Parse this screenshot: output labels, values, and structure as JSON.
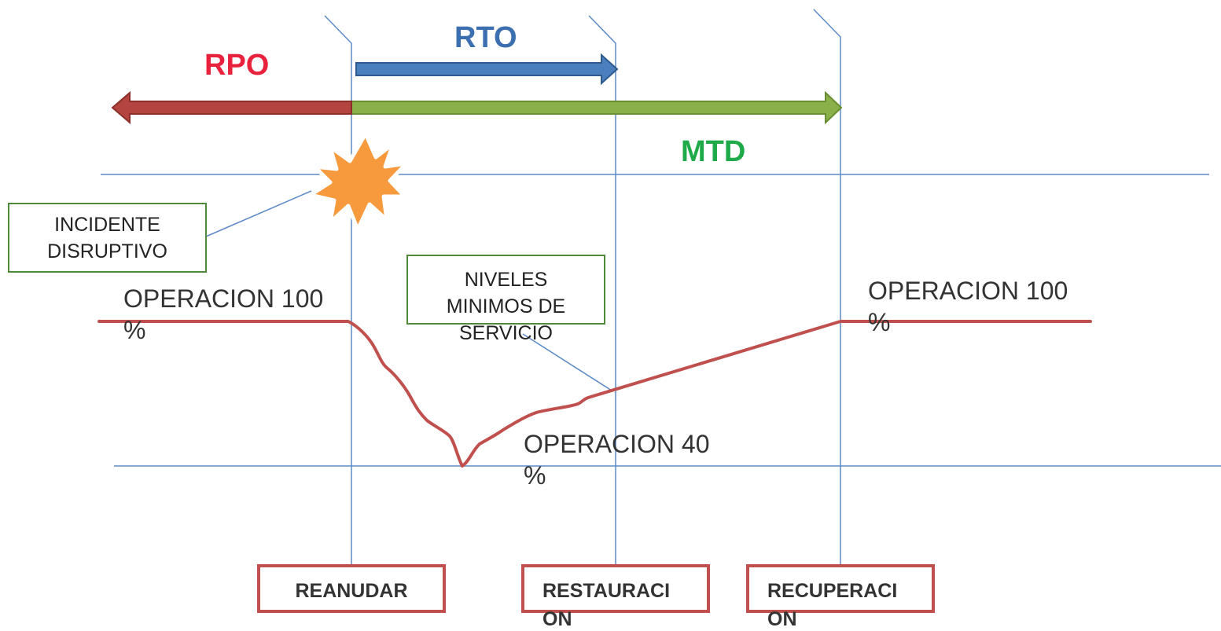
{
  "diagram": {
    "labels": {
      "rpo": "RPO",
      "rto": "RTO",
      "mtd": "MTD",
      "incident_line1": "INCIDENTE",
      "incident_line2": "DISRUPTIVO",
      "min_levels_line1": "NIVELES",
      "min_levels_line2": "MINIMOS DE",
      "min_levels_line3": "SERVICIO",
      "op100_left_line1": "OPERACION 100",
      "op100_left_line2": "%",
      "op100_right_line1": "OPERACION 100",
      "op100_right_line2": "%",
      "op40_line1": "OPERACION 40",
      "op40_line2": "%"
    },
    "phases": [
      {
        "line1": "REANUDAR",
        "line2": ""
      },
      {
        "line1": "RESTAURACI",
        "line2": "ON"
      },
      {
        "line1": "RECUPERACI",
        "line2": "ON"
      }
    ],
    "colors": {
      "rpo": "#e8223c",
      "rto": "#3b6fb0",
      "mtd": "#1faa4a",
      "rpo_arrow": "#b3443f",
      "rto_arrow": "#4a7ebd",
      "mtd_arrow": "#8ab04a",
      "curve": "#c0504d",
      "grid": "#5b8ac6",
      "burst": "#f79a3e"
    }
  }
}
